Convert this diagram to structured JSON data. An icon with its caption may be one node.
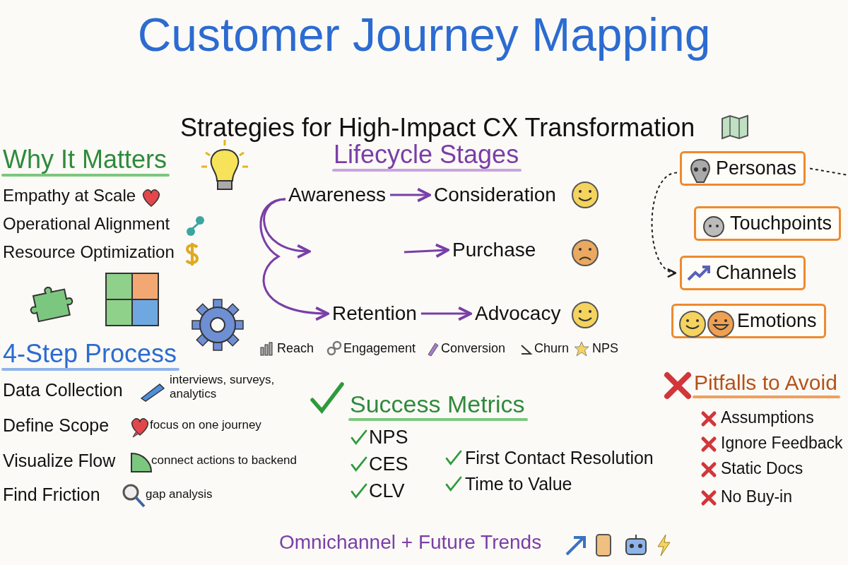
{
  "diagram": {
    "title": "Customer Journey Mapping",
    "nodes": [
      {
        "text": [
          "Awareness"
        ]
      },
      {
        "text": [
          "Consideration"
        ]
      },
      {
        "text": [
          "Purchase"
        ]
      },
      {
        "text": [
          "Retention"
        ]
      },
      {
        "text": [
          "Advocacy"
        ]
      },
      {
        "text": [
          "Personas"
        ]
      },
      {
        "text": [
          "Touchpoints"
        ]
      },
      {
        "text": [
          "Channels"
        ]
      },
      {
        "text": [
          "Emotions"
        ]
      }
    ],
    "edges": [
      {
        "from": 0,
        "to": 1,
        "arrow": "to"
      },
      {
        "from": 0,
        "to": null,
        "arrow": "to"
      },
      {
        "from": null,
        "to": 2,
        "arrow": "to"
      },
      {
        "from": 0,
        "to": 3,
        "arrow": "to"
      },
      {
        "from": 3,
        "to": 4,
        "arrow": "to"
      },
      {
        "from": 5,
        "to": 7,
        "arrow": "to",
        "style": "dashed",
        "color": "#222222"
      },
      {
        "from": 5,
        "to": null,
        "arrow": "none",
        "style": "dashed",
        "color": "#222222"
      }
    ],
    "labels": [
      "Strategies for High-Impact CX Transformation",
      "Why It Matters",
      "Empathy at Scale",
      "Operational Alignment",
      "Resource Optimization",
      "Lifecycle Stages",
      "Reach",
      "Engagement",
      "Conversion",
      "Churn",
      "NPS",
      "4-Step Process",
      "Data Collection",
      "interviews, surveys, analytics",
      "Define Scope",
      "focus on one journey",
      "Visualize Flow",
      "connect actions to backend",
      "Find Friction",
      "gap analysis",
      "Success Metrics",
      "NPS",
      "CES",
      "CLV",
      "First Contact Resolution",
      "Time to Value",
      "Pitfalls to Avoid",
      "Assumptions",
      "Ignore Feedback",
      "Static Docs",
      "No Buy-in",
      "Omnichannel + Future Trends"
    ]
  }
}
